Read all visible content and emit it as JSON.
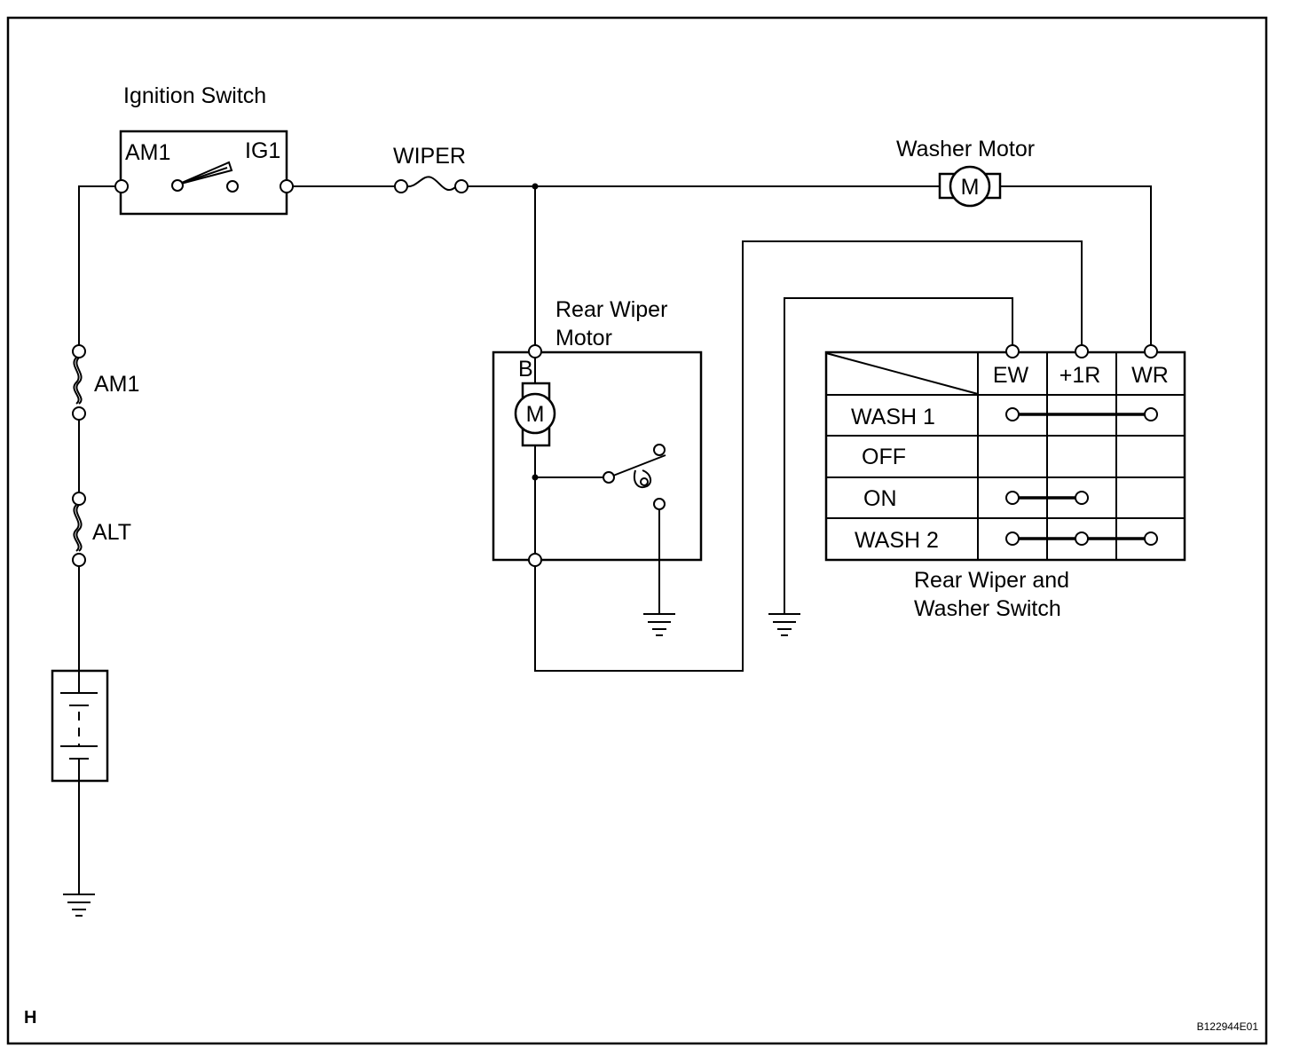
{
  "frame": {
    "corner_code": "H",
    "figure_id": "B122944E01"
  },
  "ignition_switch": {
    "title": "Ignition Switch",
    "terminal_left": "AM1",
    "terminal_right": "IG1"
  },
  "fuses": {
    "wiper": "WIPER",
    "am1": "AM1",
    "alt": "ALT"
  },
  "washer_motor": {
    "title": "Washer Motor",
    "symbol": "M"
  },
  "rear_wiper_motor": {
    "title_line1": "Rear Wiper",
    "title_line2": "Motor",
    "terminal_b": "B",
    "symbol": "M"
  },
  "switch_table": {
    "title_line1": "Rear Wiper and",
    "title_line2": "Washer Switch",
    "columns": [
      "EW",
      "+1R",
      "WR"
    ],
    "rows": [
      "WASH 1",
      "OFF",
      "ON",
      "WASH 2"
    ]
  }
}
